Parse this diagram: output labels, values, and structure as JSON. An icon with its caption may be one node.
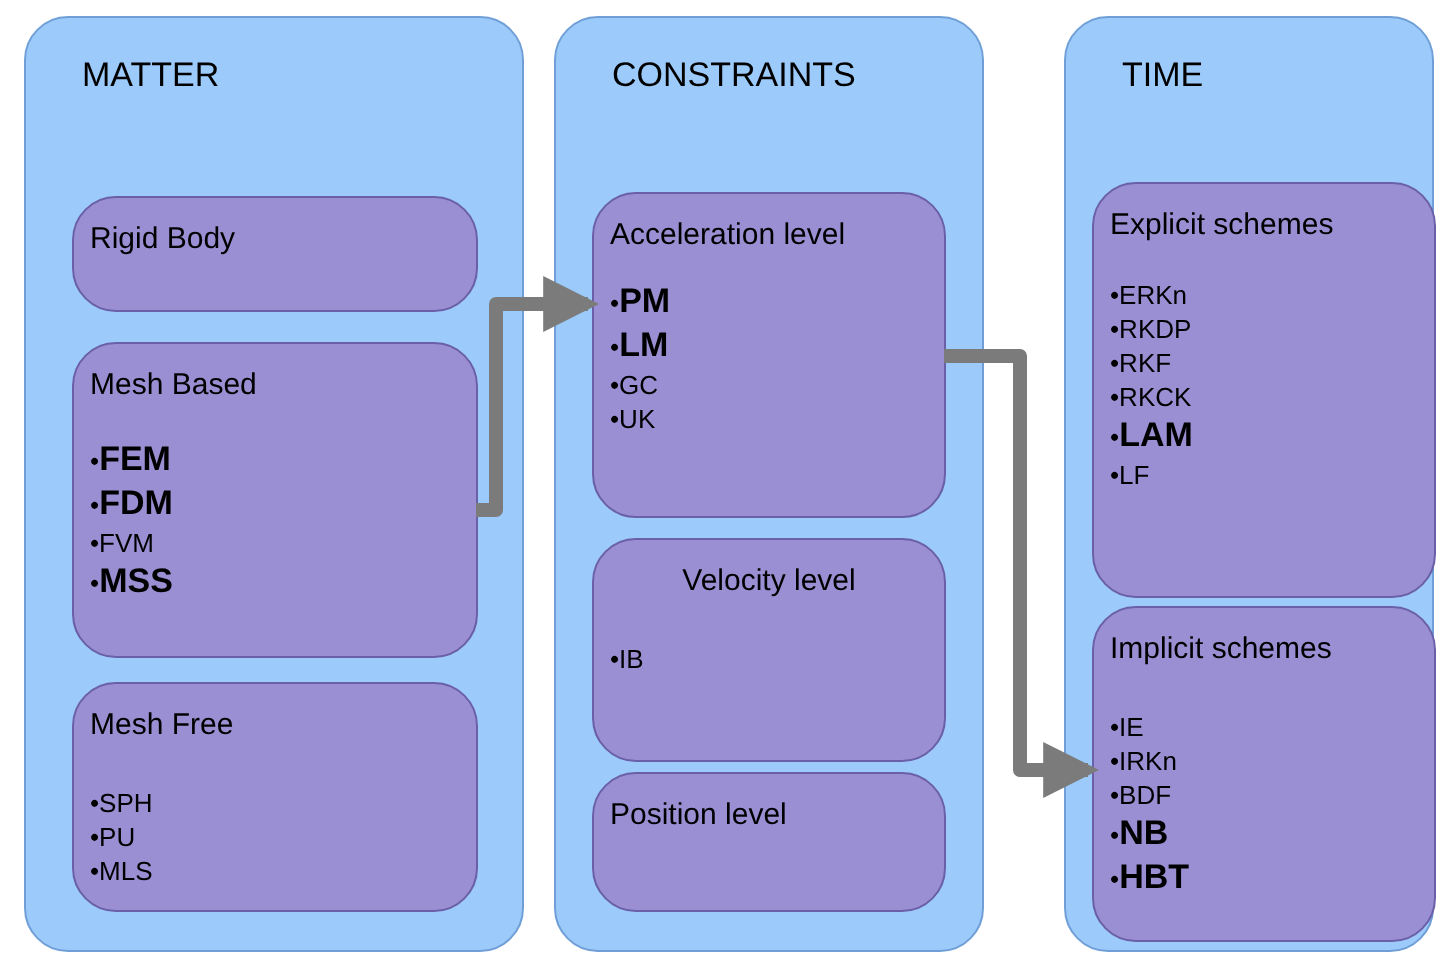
{
  "diagram": {
    "nodes": [
      {
        "text": [
          "MATTER"
        ]
      },
      {
        "text": [
          "Rigid Body"
        ],
        "in": 0
      },
      {
        "text": [
          "Mesh Based",
          "•**FEM**",
          "•**FDM**",
          "•FVM",
          "•**MSS**"
        ],
        "in": 0
      },
      {
        "text": [
          "Mesh Free",
          "•SPH",
          "•PU",
          "•MLS"
        ],
        "in": 0
      },
      {
        "text": [
          "CONSTRAINTS"
        ]
      },
      {
        "text": [
          "Acceleration level",
          "•**PM**",
          "•**LM**",
          "•GC",
          "•UK"
        ],
        "in": 4
      },
      {
        "text": [
          "Velocity level",
          "•IB"
        ],
        "in": 4
      },
      {
        "text": [
          "Position level"
        ],
        "in": 4
      },
      {
        "text": [
          "TIME"
        ]
      },
      {
        "text": [
          "Explicit schemes",
          "•ERKn",
          "•RKDP",
          "•RKF",
          "•RKCK",
          "•**LAM**",
          "•LF"
        ],
        "in": 8
      },
      {
        "text": [
          "Implicit schemes",
          "•IE",
          "•IRKn",
          "•BDF",
          "•**NB**",
          "•**HBT**"
        ],
        "in": 8
      }
    ],
    "edges": [
      {
        "from": 2,
        "to": 5,
        "arrow": "to"
      },
      {
        "from": 5,
        "to": 10,
        "arrow": "to"
      }
    ]
  }
}
